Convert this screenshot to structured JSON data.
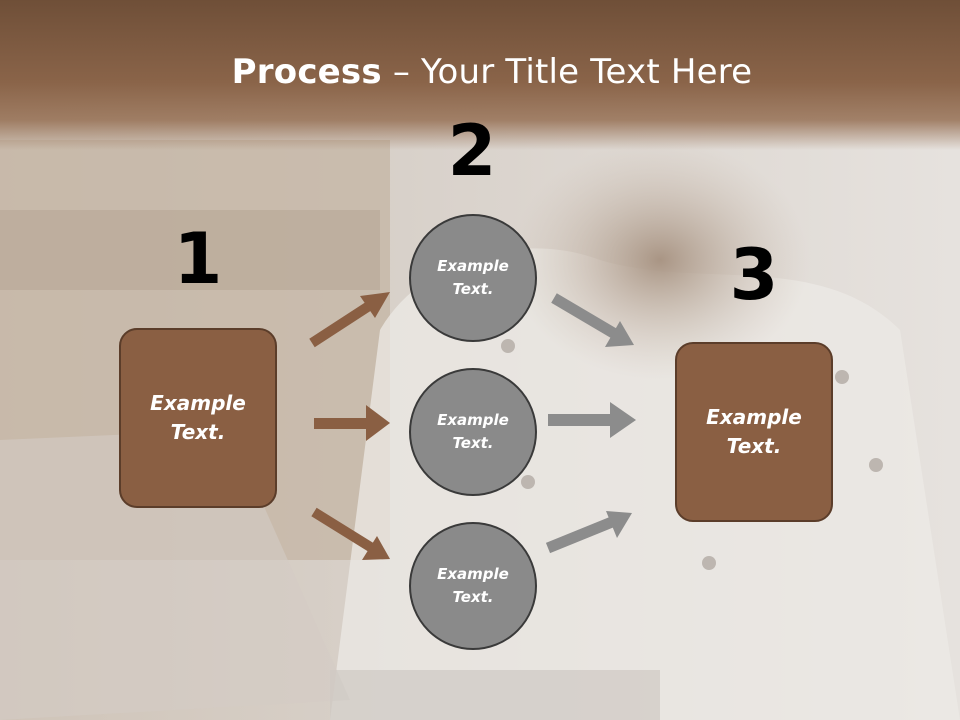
{
  "title": {
    "bold": "Process",
    "dash": " – ",
    "rest": "Your Title Text Here"
  },
  "steps": [
    {
      "number": "1",
      "text": "Example Text."
    },
    {
      "number": "2",
      "texts": [
        "Example Text.",
        "Example Text.",
        "Example Text."
      ]
    },
    {
      "number": "3",
      "text": "Example Text."
    }
  ],
  "colors": {
    "brown": "#8a5f43",
    "gray": "#8a8a8a",
    "arrow_brown": "#8a5f43",
    "arrow_gray": "#8c8c8c"
  }
}
